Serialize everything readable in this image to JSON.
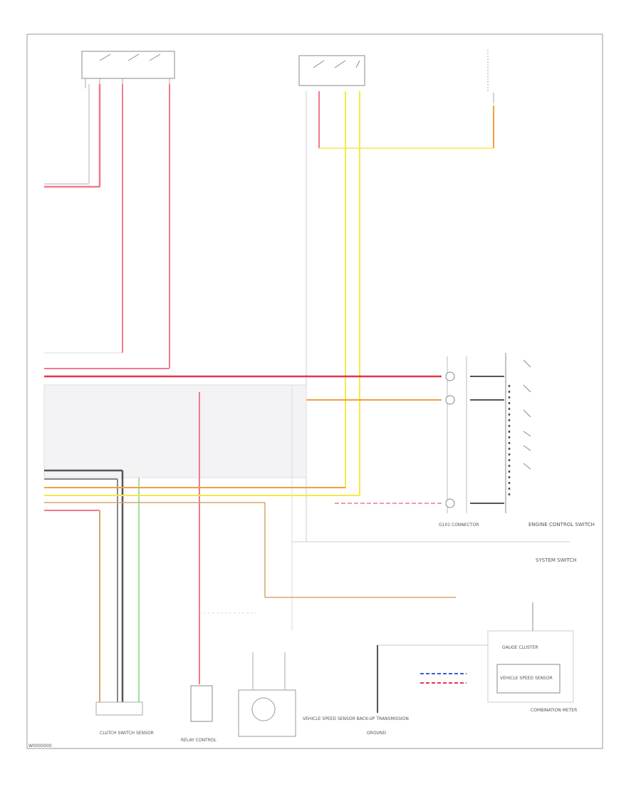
{
  "page_code": "W0000000",
  "labels": {
    "ecm_box": "ENGINE CONTROL SWITCH",
    "sub_box": "SYSTEM SWITCH",
    "gauge_box": "GAUGE CLUSTER",
    "sensor_box": "VEHICLE SPEED SENSOR",
    "cluster_meter": "COMBINATION METER",
    "g101": "G101 CONNECTOR",
    "relay_bottom": "RELAY CONTROL",
    "sensor_bottom": "VEHICLE SPEED SENSOR BACK-UP TRANSMISSION",
    "mass_ground": "GROUND",
    "left_bottom": "CLUTCH SWITCH SENSOR"
  },
  "wire_colors": {
    "pink": "#f07a8a",
    "red": "#e8334f",
    "yellow": "#f5e84a",
    "orange": "#f0a040",
    "tan": "#d9a56a",
    "green": "#7ed67a",
    "gray": "#888888",
    "light": "#cccccc",
    "black": "#333333",
    "blue": "#3b5bdb"
  }
}
